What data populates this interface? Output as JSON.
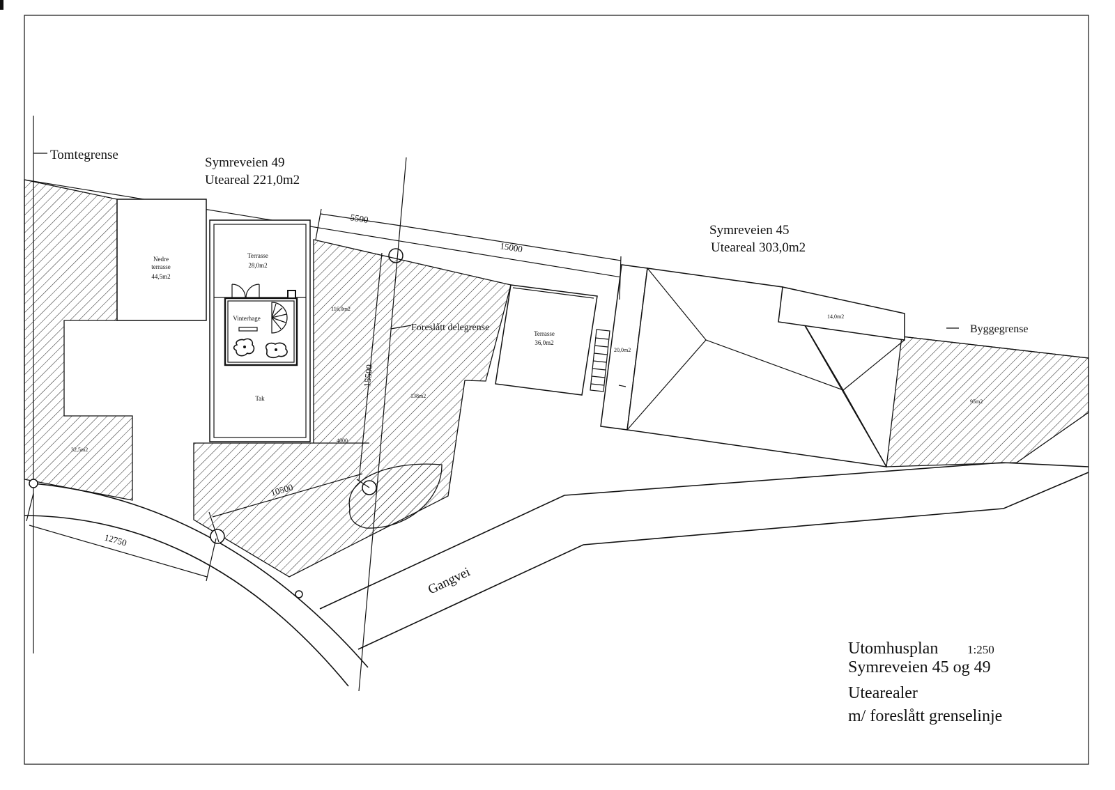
{
  "labels": {
    "tomtegrense": "Tomtegrense",
    "byggegrense": "Byggegrense",
    "foreslatt_delegrense": "Foreslått delegrense",
    "gangvei": "Gangvei"
  },
  "property_49": {
    "name": "Symreveien 49",
    "area": "Uteareal 221,0m2"
  },
  "property_45": {
    "name": "Symreveien 45",
    "area": "Uteareal 303,0m2"
  },
  "rooms": {
    "nedre_terrasse_line1": "Nedre",
    "nedre_terrasse_line2": "terrasse",
    "nedre_terrasse_area": "44,5m2",
    "terrasse_49": "Terrasse",
    "terrasse_49_area": "28,0m2",
    "vinterhage": "Vinterhage",
    "tak": "Tak",
    "terrasse_45": "Terrasse",
    "terrasse_45_area": "36,0m2"
  },
  "areas": {
    "a116": "116,0m2",
    "a138": "138m2",
    "a325": "32,5m2",
    "a20": "20,0m2",
    "a14": "14,0m2",
    "a95": "95m2"
  },
  "dimensions": {
    "d5500": "5500",
    "d15000": "15000",
    "d15500": "15500",
    "d4000": "4000",
    "d10500": "10500",
    "d12750": "12750"
  },
  "title_block": {
    "title": "Utomhusplan",
    "scale": "1:250",
    "subtitle": "Symreveien 45 og 49",
    "line3": "Utearealer",
    "line4": "m/ foreslått grenselinje"
  }
}
